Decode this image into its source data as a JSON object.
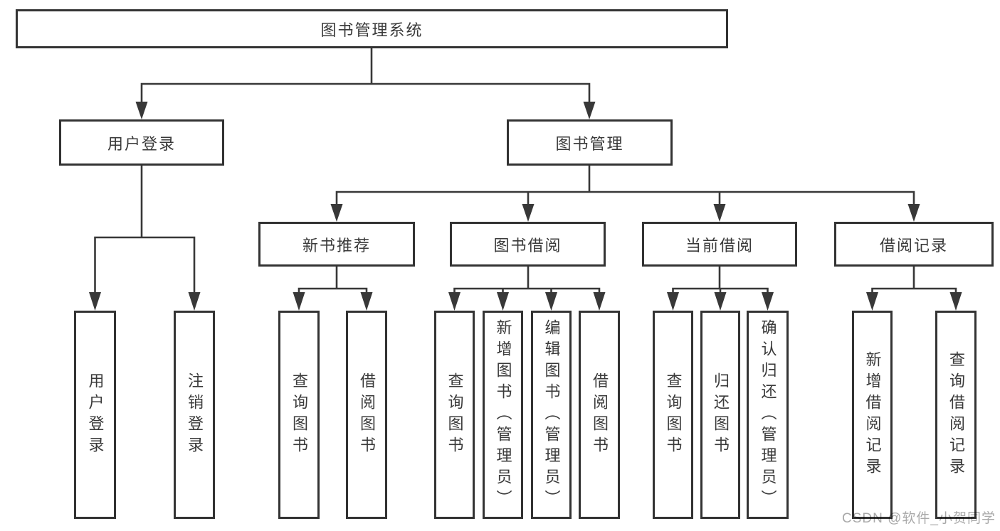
{
  "title": "图书管理系统",
  "watermark": "CSDN @软件_小贺同学",
  "colors": {
    "line": "#383838",
    "box_border": "#333333",
    "text": "#3a3a3a",
    "watermark": "#a9a9a9",
    "background": "#ffffff"
  },
  "tree": {
    "root": {
      "label": "图书管理系统",
      "children": [
        {
          "label": "用户登录",
          "children": [
            {
              "label": "用户登录"
            },
            {
              "label": "注销登录"
            }
          ]
        },
        {
          "label": "图书管理",
          "children": [
            {
              "label": "新书推荐",
              "children": [
                {
                  "label": "查询图书"
                },
                {
                  "label": "借阅图书"
                }
              ]
            },
            {
              "label": "图书借阅",
              "children": [
                {
                  "label": "查询图书"
                },
                {
                  "label": "新增图书（管理员）"
                },
                {
                  "label": "编辑图书（管理员）"
                },
                {
                  "label": "借阅图书"
                }
              ]
            },
            {
              "label": "当前借阅",
              "children": [
                {
                  "label": "查询图书"
                },
                {
                  "label": "归还图书"
                },
                {
                  "label": "确认归还（管理员）"
                }
              ]
            },
            {
              "label": "借阅记录",
              "children": [
                {
                  "label": "新增借阅记录"
                },
                {
                  "label": "查询借阅记录"
                }
              ]
            }
          ]
        }
      ]
    }
  }
}
